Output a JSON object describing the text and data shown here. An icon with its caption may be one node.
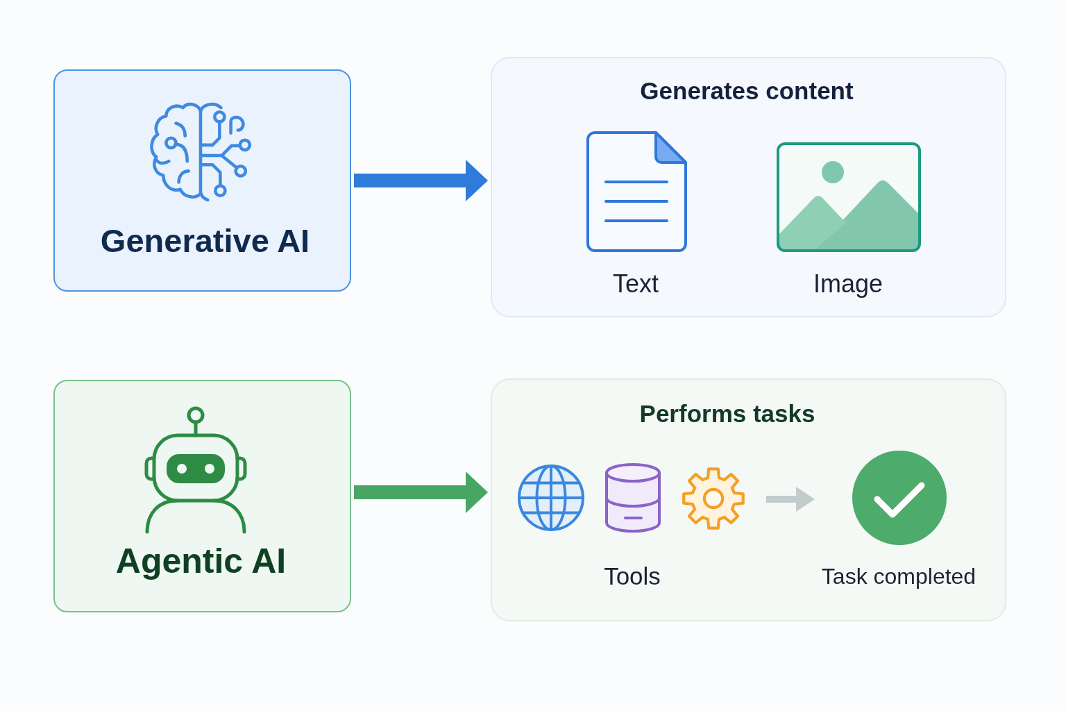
{
  "diagram": {
    "nodes": [
      {
        "text": [
          "Generative AI"
        ]
      },
      {
        "text": [
          "Generates content"
        ]
      },
      {
        "text": [
          "Text"
        ],
        "in": 1
      },
      {
        "text": [
          "Image"
        ],
        "in": 1
      },
      {
        "text": [
          "Agentic AI"
        ]
      },
      {
        "text": [
          "Performs tasks"
        ]
      },
      {
        "text": [
          "Tools"
        ],
        "in": 5
      },
      {
        "text": [
          "Task completed"
        ],
        "in": 5
      }
    ],
    "edges": [
      {
        "from": 0,
        "to": 1,
        "arrow": "to",
        "color": "#2f7bd9"
      },
      {
        "from": 4,
        "to": 5,
        "arrow": "to",
        "color": "#48a664"
      },
      {
        "from": 6,
        "to": 7,
        "arrow": "to",
        "color": "#c3cccd"
      }
    ]
  }
}
